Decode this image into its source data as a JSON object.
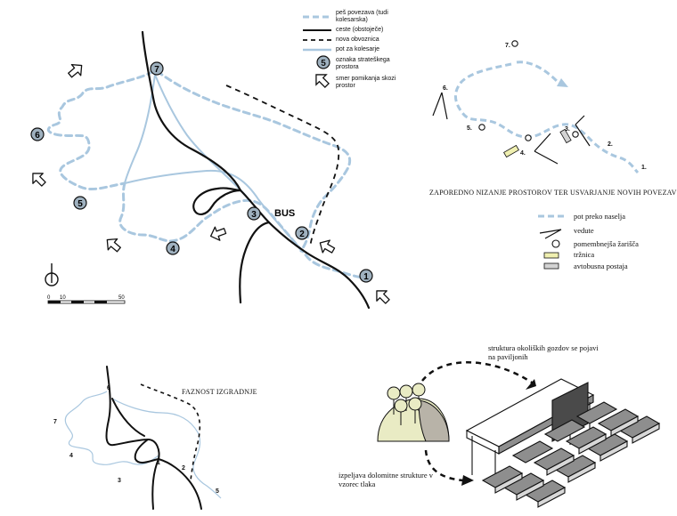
{
  "colors": {
    "path": "#a9c7df",
    "road": "#111111",
    "marker": "#9fb1bf",
    "market": "#efefb0",
    "bus": "#d3d3d3",
    "mound": "#e9ebc4",
    "rock": "#b8b3a8"
  },
  "map": {
    "bus_label": "BUS",
    "markers": [
      "1",
      "2",
      "3",
      "4",
      "5",
      "6",
      "7"
    ],
    "scale": {
      "ticks": [
        "0",
        "10",
        "50"
      ]
    }
  },
  "legend": {
    "items": [
      {
        "label": "peš povezava (tudi kolesarska)",
        "symbol": "dashed-blue-line"
      },
      {
        "label": "ceste (obstoječe)",
        "symbol": "black-line"
      },
      {
        "label": "nova obvoznica",
        "symbol": "dashed-black-line"
      },
      {
        "label": "pot za kolesarje",
        "symbol": "blue-line"
      },
      {
        "label": "oznaka strateškega prostora",
        "symbol": "numbered-circle",
        "marker": "5"
      },
      {
        "label": "smer pomikanja skozi prostor",
        "symbol": "arrow-icon"
      }
    ]
  },
  "sequence": {
    "title": "ZAPOREDNO NIZANJE PROSTOROV TER USVARJANJE NOVIH POVEZAV",
    "points": [
      "1.",
      "2.",
      "3.",
      "4.",
      "5.",
      "6.",
      "7."
    ],
    "legend": [
      {
        "label": "pot preko naselja",
        "symbol": "dashed-blue-line"
      },
      {
        "label": "vedute",
        "symbol": "view-angle-icon"
      },
      {
        "label": "pomembnejša žarišča",
        "symbol": "circle-icon"
      },
      {
        "label": "tržnica",
        "symbol": "market-rect"
      },
      {
        "label": "avtobusna postaja",
        "symbol": "bus-rect"
      }
    ]
  },
  "density": {
    "title": "FAZNOST IZGRADNJE",
    "numbers": [
      "1",
      "2",
      "3",
      "4",
      "5",
      "6",
      "7"
    ]
  },
  "pavilion": {
    "top_note": "struktura okoliških gozdov se pojavi na paviljonih",
    "bottom_note": "izpeljava dolomitne strukture v vzorec tlaka"
  }
}
